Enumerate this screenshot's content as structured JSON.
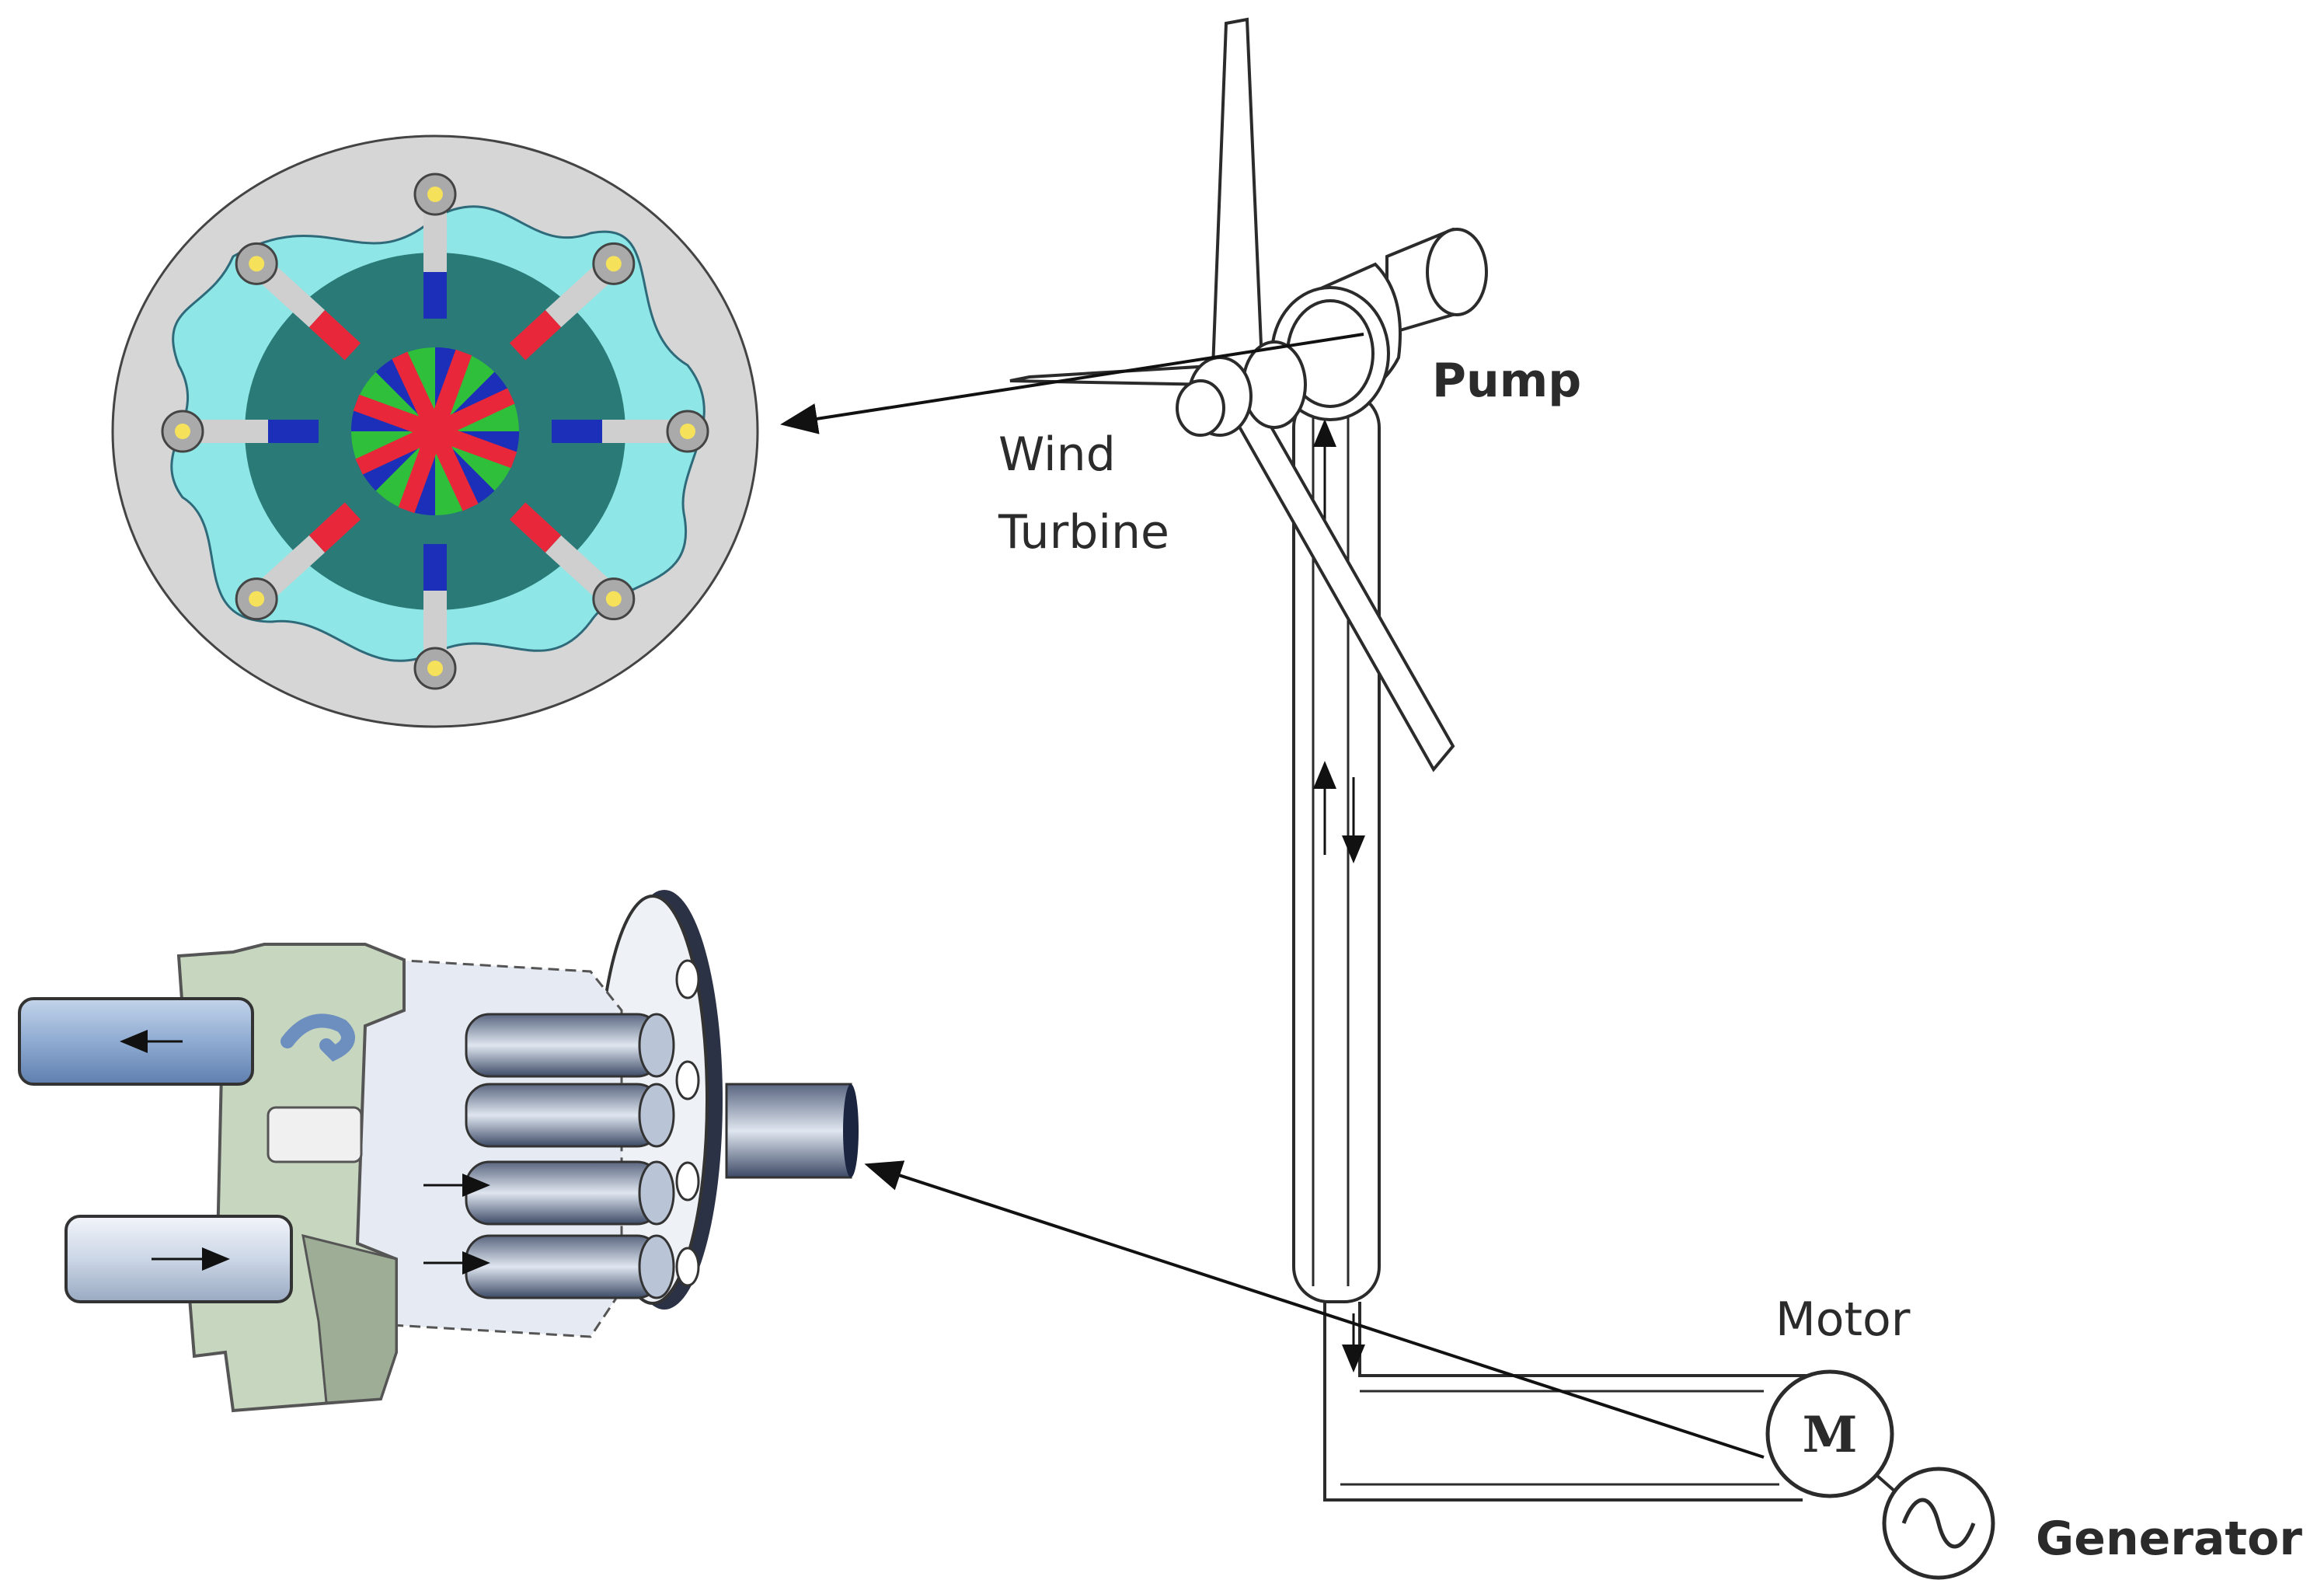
{
  "labels": {
    "pump": "Pump",
    "wind": "Wind",
    "turbine": "Turbine",
    "motor": "Motor",
    "motor_symbol": "M",
    "generator": "Generator"
  },
  "colors": {
    "line": "#2b2b2b",
    "pump_housing": "#d6d6d6",
    "pump_cam": "#8ee6e6",
    "pump_body": "#2a7a78",
    "spoke_red": "#e8283a",
    "spoke_blue": "#1c2fb8",
    "spoke_green": "#2fbf3a",
    "piston_gray": "#cfcfcf",
    "motor_green": "#c7d6bf",
    "motor_blue": "#9db7d8",
    "motor_steel": "#3d4a66"
  }
}
